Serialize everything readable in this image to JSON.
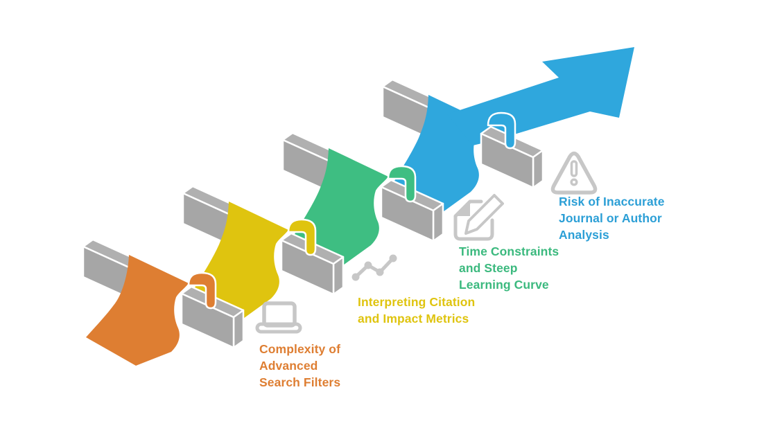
{
  "figure": {
    "background": "#ffffff",
    "description_names": [
      "ribbon-over-hurdles-diagram"
    ]
  },
  "palette": {
    "bar_top": "#b0b0b0",
    "bar_front": "#a6a6a6",
    "bar_end": "#aaaaaa",
    "icon_gray": "#c7c7c7",
    "white": "#ffffff"
  },
  "stages": [
    {
      "id": 1,
      "color": "#de7e32",
      "text_color": "#de7e32",
      "icon": "laptop-icon",
      "label": "Complexity of\nAdvanced\nSearch Filters"
    },
    {
      "id": 2,
      "color": "#dfc40f",
      "text_color": "#dfc40f",
      "icon": "line-chart-icon",
      "label": "Interpreting Citation\nand Impact Metrics"
    },
    {
      "id": 3,
      "color": "#3ebe82",
      "text_color": "#3bb97e",
      "icon": "edit-note-icon",
      "label": "Time Constraints\nand Steep\nLearning Curve"
    },
    {
      "id": 4,
      "color": "#2fa7dd",
      "text_color": "#2c9fd6",
      "icon": "warning-icon",
      "label": "Risk of Inaccurate\nJournal or Author\nAnalysis"
    }
  ]
}
